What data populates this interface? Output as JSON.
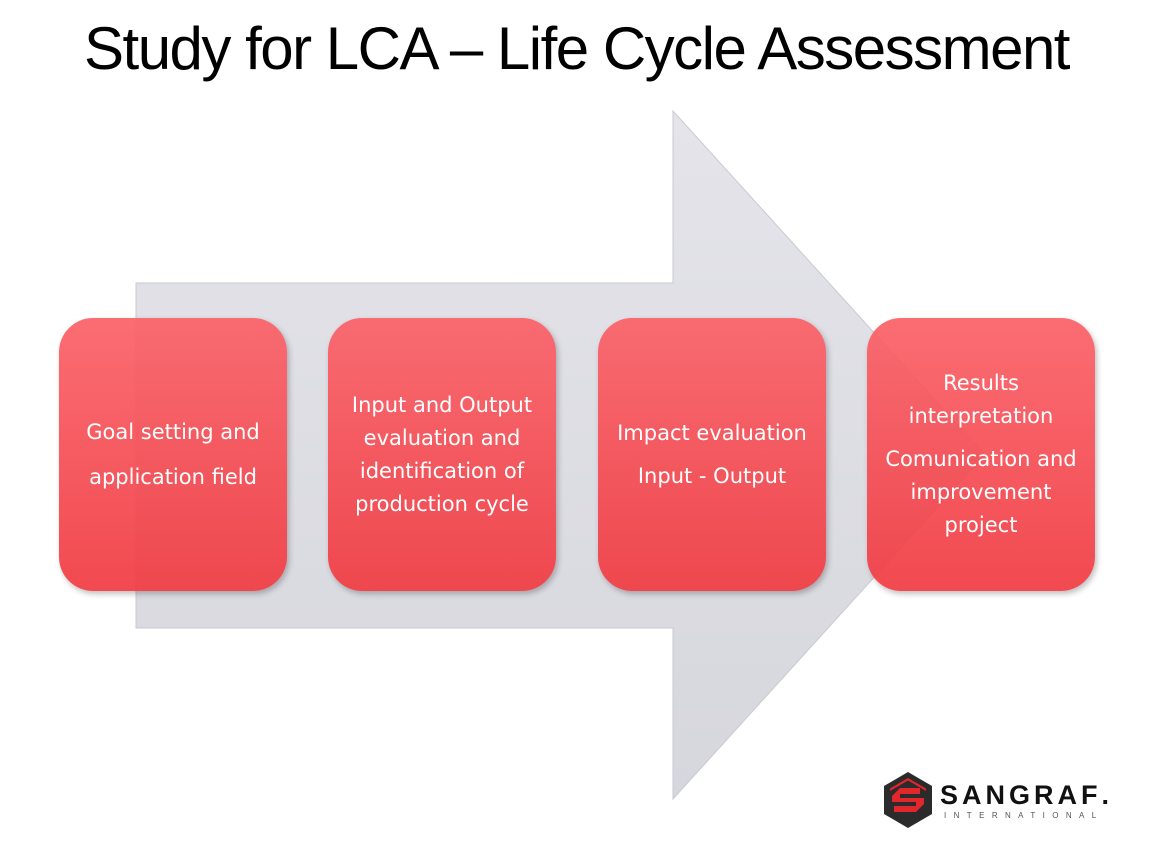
{
  "title": "Study for LCA – Life Cycle Assessment",
  "steps": [
    {
      "lines": [
        "Goal setting and application field"
      ]
    },
    {
      "lines": [
        "Input and Output evaluation and identification of production cycle"
      ]
    },
    {
      "lines": [
        "Impact evaluation",
        "Input - Output"
      ]
    },
    {
      "lines": [
        "Results interpretation",
        "Comunication and improvement project"
      ]
    }
  ],
  "logo": {
    "name": "SANGRAF",
    "suffix": ".",
    "subtitle": "INTERNATIONAL"
  },
  "colors": {
    "step_fill": "#F5474E",
    "arrow_fill": "#DCDCE2",
    "logo_red": "#E1262C",
    "logo_dark": "#2B2B2B"
  }
}
